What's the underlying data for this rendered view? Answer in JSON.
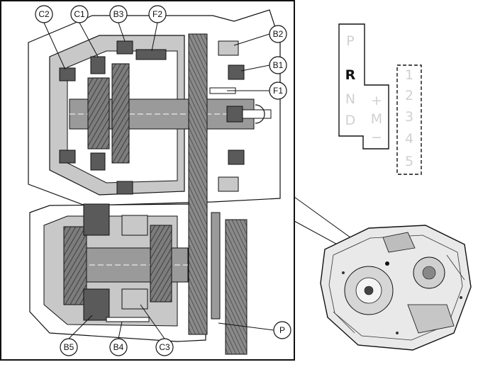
{
  "callouts": {
    "c2": "C2",
    "c1": "C1",
    "b3": "B3",
    "f2": "F2",
    "b2": "B2",
    "b1": "B1",
    "f1": "F1",
    "b5": "B5",
    "b4": "B4",
    "c3": "C3",
    "p": "P"
  },
  "shift_gate": {
    "left_column": [
      "P",
      "R",
      "N",
      "D"
    ],
    "manual_column": [
      "+",
      "M",
      "−"
    ],
    "gear_column": [
      "1",
      "2",
      "3",
      "4",
      "5"
    ],
    "active_position": "R"
  },
  "colors": {
    "outline": "#111111",
    "housing": "#ffffff",
    "light_gray": "#c8c8c8",
    "mid_gray": "#9a9a9a",
    "dark_gray": "#5a5a5a",
    "gate_inactive": "#d0d0d0"
  }
}
